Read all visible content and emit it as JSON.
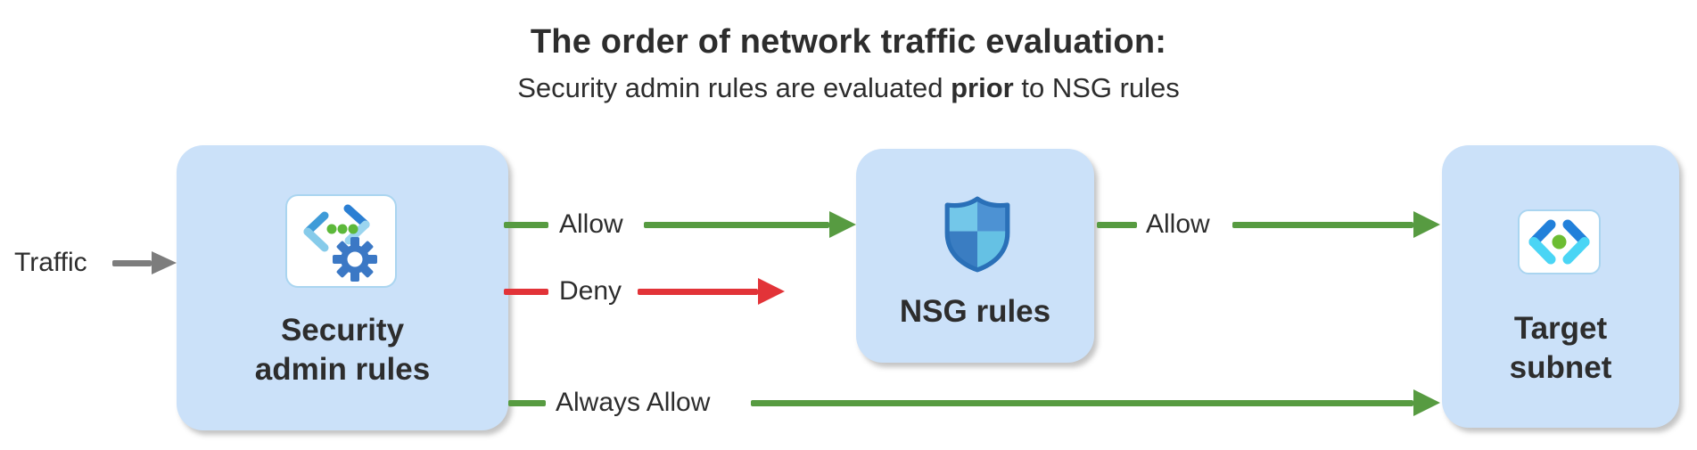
{
  "title": {
    "heading": "The order of network traffic evaluation:",
    "subtitle_prefix": "Security admin rules are evaluated ",
    "subtitle_bold": "prior",
    "subtitle_suffix": " to NSG rules"
  },
  "nodes": {
    "security_admin": {
      "line1": "Security",
      "line2": "admin rules",
      "icon": "code-gear-icon"
    },
    "nsg": {
      "label": "NSG rules",
      "icon": "shield-icon"
    },
    "target": {
      "line1": "Target",
      "line2": "subnet",
      "icon": "code-brackets-icon"
    }
  },
  "arrows": {
    "traffic": {
      "label": "Traffic"
    },
    "allow_to_nsg": {
      "label": "Allow"
    },
    "deny": {
      "label": "Deny"
    },
    "allow_to_target": {
      "label": "Allow"
    },
    "always_allow": {
      "label": "Always Allow"
    }
  },
  "colors": {
    "green": "#579b41",
    "red": "#e23338",
    "gray": "#7d7d7d",
    "box_fill": "#cbe1f9",
    "tile_border": "#aad5f0",
    "text_dark": "#2d2d2d"
  }
}
